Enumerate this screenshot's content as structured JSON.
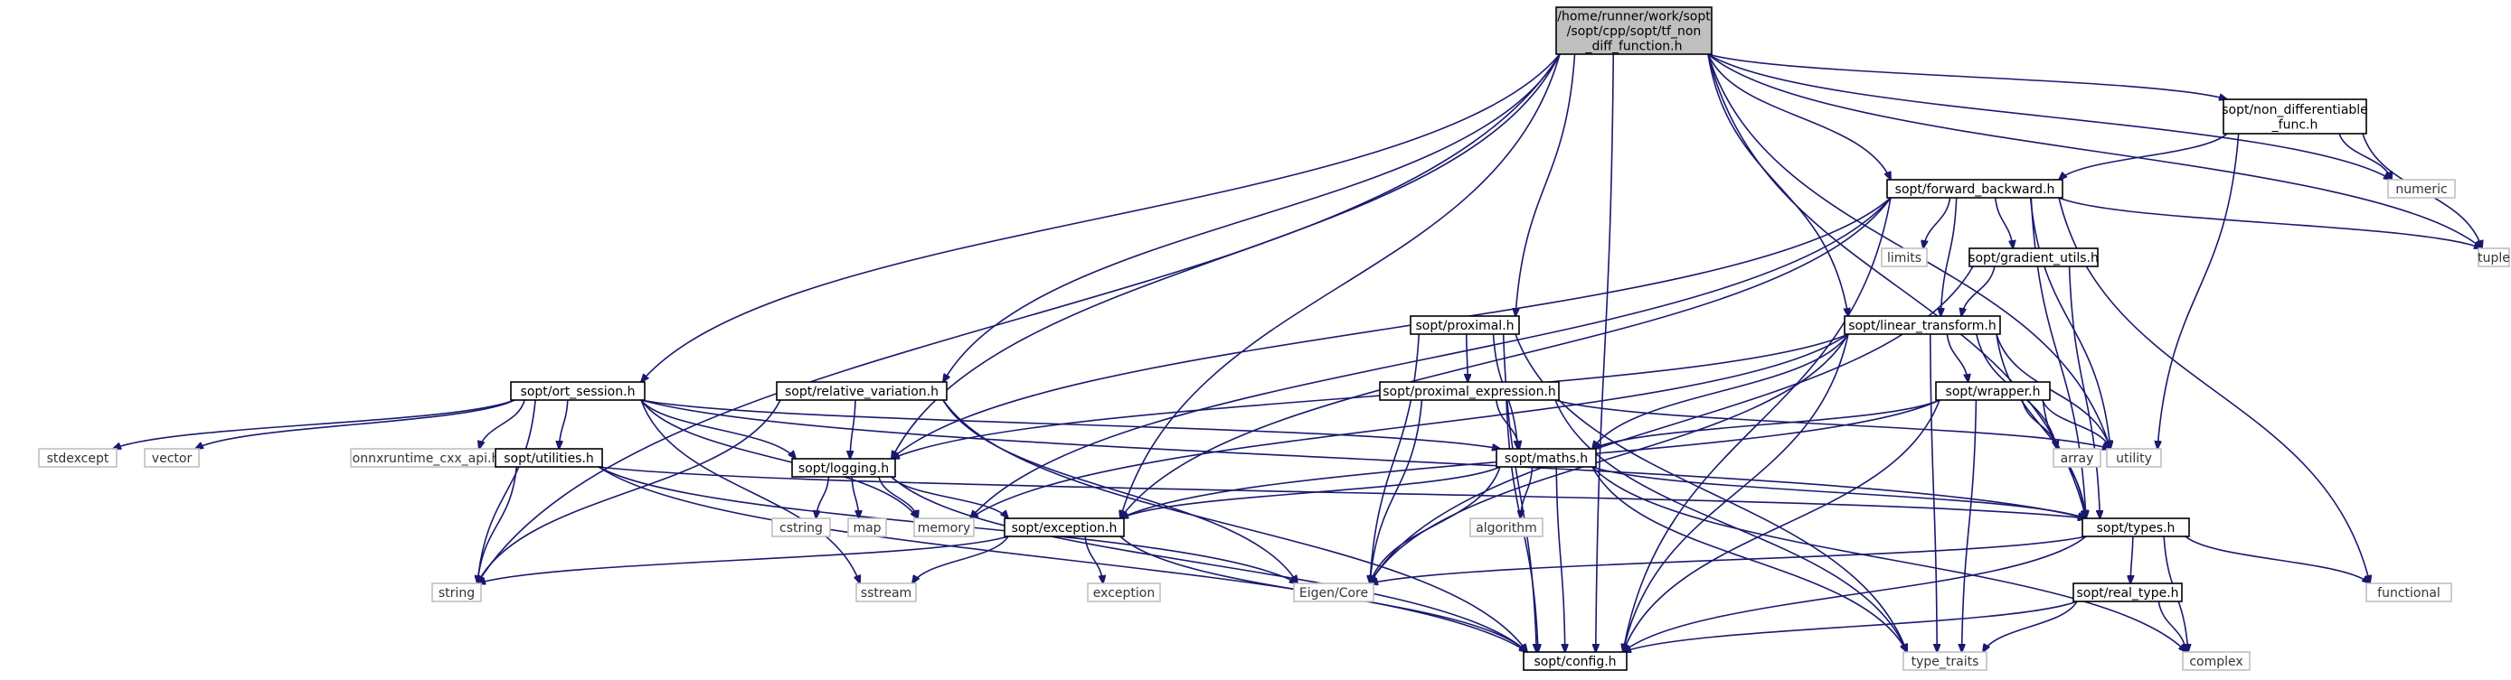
{
  "diagram": {
    "nodes": [
      {
        "id": "root",
        "kind": "root",
        "lines": [
          "/home/runner/work/sopt",
          "/sopt/cpp/sopt/tf_non",
          "_diff_function.h"
        ]
      },
      {
        "id": "string",
        "kind": "system",
        "lines": [
          "string"
        ]
      },
      {
        "id": "ort_session",
        "kind": "local",
        "lines": [
          "sopt/ort_session.h"
        ]
      },
      {
        "id": "logging",
        "kind": "local",
        "lines": [
          "sopt/logging.h"
        ]
      },
      {
        "id": "relative_variation",
        "kind": "local",
        "lines": [
          "sopt/relative_variation.h"
        ]
      },
      {
        "id": "exception",
        "kind": "local",
        "lines": [
          "sopt/exception.h"
        ]
      },
      {
        "id": "proximal",
        "kind": "local",
        "lines": [
          "sopt/proximal.h"
        ]
      },
      {
        "id": "config",
        "kind": "local",
        "lines": [
          "sopt/config.h"
        ]
      },
      {
        "id": "linear_transform",
        "kind": "local",
        "lines": [
          "sopt/linear_transform.h"
        ]
      },
      {
        "id": "forward_backward",
        "kind": "local",
        "lines": [
          "sopt/forward_backward.h"
        ]
      },
      {
        "id": "utility",
        "kind": "system",
        "lines": [
          "utility"
        ]
      },
      {
        "id": "non_diff_func",
        "kind": "local",
        "lines": [
          "sopt/non_differentiable",
          "_func.h"
        ]
      },
      {
        "id": "numeric",
        "kind": "system",
        "lines": [
          "numeric"
        ]
      },
      {
        "id": "tuple",
        "kind": "system",
        "lines": [
          "tuple"
        ]
      },
      {
        "id": "types",
        "kind": "local",
        "lines": [
          "sopt/types.h"
        ]
      },
      {
        "id": "limits",
        "kind": "system",
        "lines": [
          "limits"
        ]
      },
      {
        "id": "gradient_utils",
        "kind": "local",
        "lines": [
          "sopt/gradient_utils.h"
        ]
      },
      {
        "id": "functional",
        "kind": "system",
        "lines": [
          "functional"
        ]
      },
      {
        "id": "proximal_expression",
        "kind": "local",
        "lines": [
          "sopt/proximal_expression.h"
        ]
      },
      {
        "id": "wrapper",
        "kind": "local",
        "lines": [
          "sopt/wrapper.h"
        ]
      },
      {
        "id": "stdexcept",
        "kind": "system",
        "lines": [
          "stdexcept"
        ]
      },
      {
        "id": "vector",
        "kind": "system",
        "lines": [
          "vector"
        ]
      },
      {
        "id": "onnxruntime",
        "kind": "system",
        "lines": [
          "onnxruntime_cxx_api.h"
        ]
      },
      {
        "id": "utilities",
        "kind": "local",
        "lines": [
          "sopt/utilities.h"
        ]
      },
      {
        "id": "maths",
        "kind": "local",
        "lines": [
          "sopt/maths.h"
        ]
      },
      {
        "id": "array",
        "kind": "system",
        "lines": [
          "array"
        ]
      },
      {
        "id": "cstring",
        "kind": "system",
        "lines": [
          "cstring"
        ]
      },
      {
        "id": "map",
        "kind": "system",
        "lines": [
          "map"
        ]
      },
      {
        "id": "memory",
        "kind": "system",
        "lines": [
          "memory"
        ]
      },
      {
        "id": "algorithm",
        "kind": "system",
        "lines": [
          "algorithm"
        ]
      },
      {
        "id": "sstream",
        "kind": "system",
        "lines": [
          "sstream"
        ]
      },
      {
        "id": "exception_std",
        "kind": "system",
        "lines": [
          "exception"
        ]
      },
      {
        "id": "eigen_core",
        "kind": "system",
        "lines": [
          "Eigen/Core"
        ]
      },
      {
        "id": "real_type",
        "kind": "local",
        "lines": [
          "sopt/real_type.h"
        ]
      },
      {
        "id": "type_traits",
        "kind": "system",
        "lines": [
          "type_traits"
        ]
      },
      {
        "id": "complex",
        "kind": "system",
        "lines": [
          "complex"
        ]
      }
    ],
    "edges": [
      [
        "root",
        "string"
      ],
      [
        "root",
        "ort_session"
      ],
      [
        "root",
        "logging"
      ],
      [
        "root",
        "relative_variation"
      ],
      [
        "root",
        "exception"
      ],
      [
        "root",
        "proximal"
      ],
      [
        "root",
        "config"
      ],
      [
        "root",
        "linear_transform"
      ],
      [
        "root",
        "forward_backward"
      ],
      [
        "root",
        "utility"
      ],
      [
        "root",
        "non_diff_func"
      ],
      [
        "root",
        "numeric"
      ],
      [
        "root",
        "tuple"
      ],
      [
        "root",
        "types"
      ],
      [
        "non_diff_func",
        "forward_backward"
      ],
      [
        "non_diff_func",
        "numeric"
      ],
      [
        "non_diff_func",
        "tuple"
      ],
      [
        "non_diff_func",
        "utility"
      ],
      [
        "forward_backward",
        "logging"
      ],
      [
        "forward_backward",
        "memory"
      ],
      [
        "forward_backward",
        "limits"
      ],
      [
        "forward_backward",
        "gradient_utils"
      ],
      [
        "forward_backward",
        "linear_transform"
      ],
      [
        "forward_backward",
        "config"
      ],
      [
        "forward_backward",
        "exception"
      ],
      [
        "forward_backward",
        "utility"
      ],
      [
        "forward_backward",
        "types"
      ],
      [
        "forward_backward",
        "functional"
      ],
      [
        "forward_backward",
        "tuple"
      ],
      [
        "gradient_utils",
        "linear_transform"
      ],
      [
        "gradient_utils",
        "types"
      ],
      [
        "gradient_utils",
        "eigen_core"
      ],
      [
        "linear_transform",
        "logging"
      ],
      [
        "linear_transform",
        "memory"
      ],
      [
        "linear_transform",
        "eigen_core"
      ],
      [
        "linear_transform",
        "maths"
      ],
      [
        "linear_transform",
        "wrapper"
      ],
      [
        "linear_transform",
        "array"
      ],
      [
        "linear_transform",
        "utility"
      ],
      [
        "linear_transform",
        "types"
      ],
      [
        "linear_transform",
        "type_traits"
      ],
      [
        "linear_transform",
        "config"
      ],
      [
        "proximal",
        "proximal_expression"
      ],
      [
        "proximal",
        "maths"
      ],
      [
        "proximal",
        "eigen_core"
      ],
      [
        "proximal",
        "config"
      ],
      [
        "proximal",
        "type_traits"
      ],
      [
        "proximal_expression",
        "maths"
      ],
      [
        "proximal_expression",
        "eigen_core"
      ],
      [
        "proximal_expression",
        "utility"
      ],
      [
        "proximal_expression",
        "type_traits"
      ],
      [
        "proximal_expression",
        "config"
      ],
      [
        "wrapper",
        "maths"
      ],
      [
        "wrapper",
        "exception"
      ],
      [
        "wrapper",
        "array"
      ],
      [
        "wrapper",
        "utility"
      ],
      [
        "wrapper",
        "types"
      ],
      [
        "wrapper",
        "type_traits"
      ],
      [
        "wrapper",
        "config"
      ],
      [
        "relative_variation",
        "logging"
      ],
      [
        "relative_variation",
        "eigen_core"
      ],
      [
        "relative_variation",
        "string"
      ],
      [
        "relative_variation",
        "config"
      ],
      [
        "ort_session",
        "stdexcept"
      ],
      [
        "ort_session",
        "vector"
      ],
      [
        "ort_session",
        "string"
      ],
      [
        "ort_session",
        "onnxruntime"
      ],
      [
        "ort_session",
        "utilities"
      ],
      [
        "ort_session",
        "logging"
      ],
      [
        "ort_session",
        "memory"
      ],
      [
        "ort_session",
        "sstream"
      ],
      [
        "ort_session",
        "maths"
      ],
      [
        "ort_session",
        "types"
      ],
      [
        "utilities",
        "string"
      ],
      [
        "utilities",
        "types"
      ],
      [
        "utilities",
        "eigen_core"
      ],
      [
        "utilities",
        "config"
      ],
      [
        "logging",
        "cstring"
      ],
      [
        "logging",
        "map"
      ],
      [
        "logging",
        "memory"
      ],
      [
        "logging",
        "exception"
      ],
      [
        "logging",
        "config"
      ],
      [
        "maths",
        "exception"
      ],
      [
        "maths",
        "algorithm"
      ],
      [
        "maths",
        "eigen_core"
      ],
      [
        "maths",
        "config"
      ],
      [
        "maths",
        "type_traits"
      ],
      [
        "maths",
        "types"
      ],
      [
        "maths",
        "complex"
      ],
      [
        "exception",
        "string"
      ],
      [
        "exception",
        "sstream"
      ],
      [
        "exception",
        "exception_std"
      ],
      [
        "exception",
        "config"
      ],
      [
        "types",
        "eigen_core"
      ],
      [
        "types",
        "functional"
      ],
      [
        "types",
        "real_type"
      ],
      [
        "types",
        "complex"
      ],
      [
        "types",
        "config"
      ],
      [
        "real_type",
        "config"
      ],
      [
        "real_type",
        "type_traits"
      ],
      [
        "real_type",
        "complex"
      ]
    ]
  }
}
